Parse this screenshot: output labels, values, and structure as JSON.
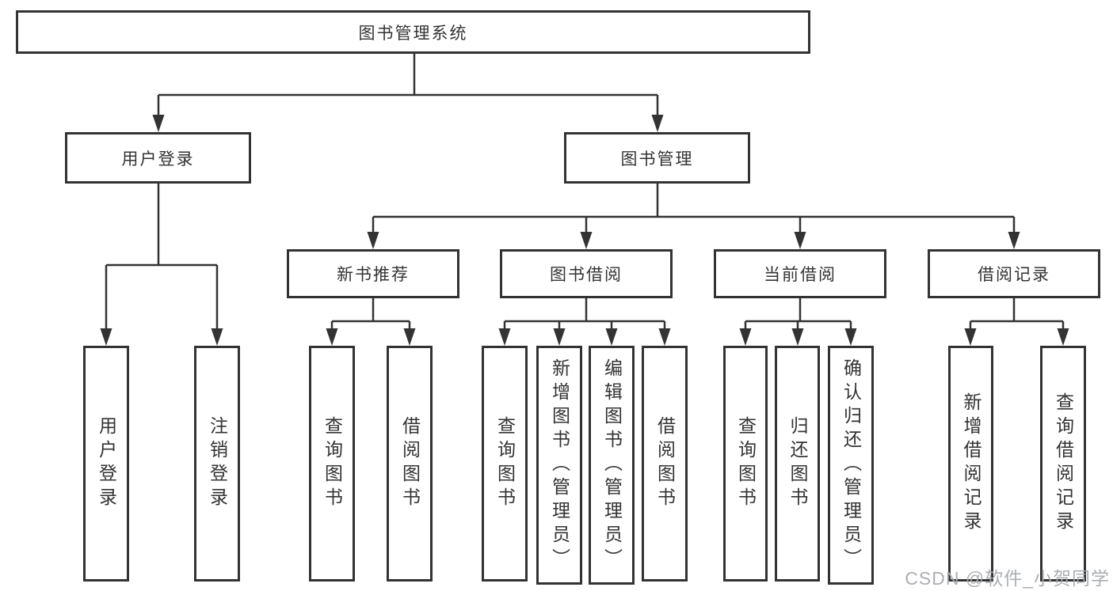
{
  "watermark": "CSDN @软件_小贺同学",
  "colors": {
    "line": "#333333",
    "text": "#333333",
    "box_background": "#ffffff",
    "watermark": "#a8aaae"
  },
  "tree": {
    "root": "图书管理系统",
    "children": [
      {
        "label": "用户登录",
        "children": [
          "用户登录",
          "注销登录"
        ]
      },
      {
        "label": "图书管理",
        "children": [
          {
            "label": "新书推荐",
            "children": [
              "查询图书",
              "借阅图书"
            ]
          },
          {
            "label": "图书借阅",
            "children": [
              "查询图书",
              "新增图书（管理员）",
              "编辑图书（管理员）",
              "借阅图书"
            ]
          },
          {
            "label": "当前借阅",
            "children": [
              "查询图书",
              "归还图书",
              "确认归还（管理员）"
            ]
          },
          {
            "label": "借阅记录",
            "children": [
              "新增借阅记录",
              "查询借阅记录"
            ]
          }
        ]
      }
    ]
  }
}
